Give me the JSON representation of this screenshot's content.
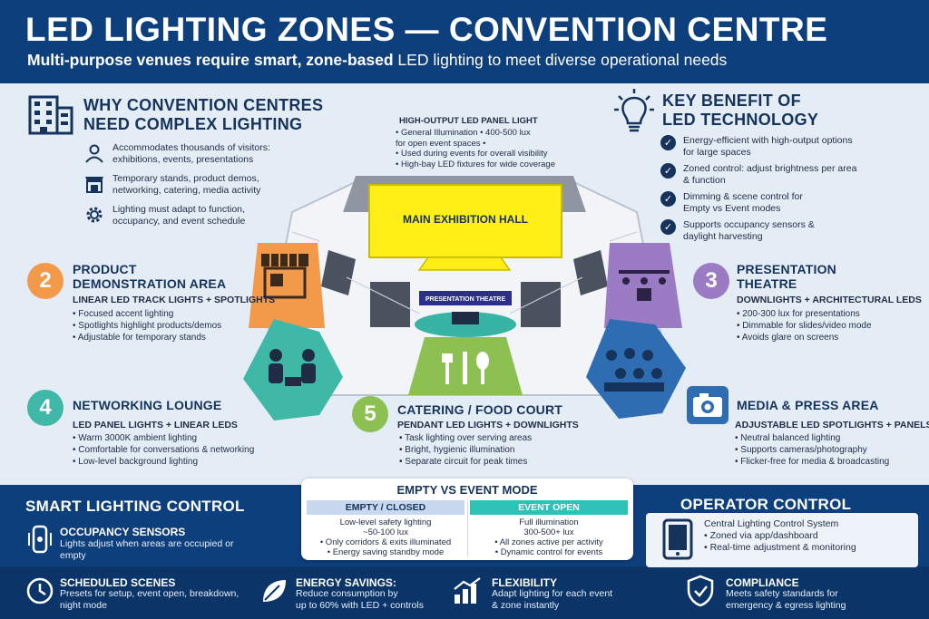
{
  "header": {
    "title": "LED LIGHTING ZONES — CONVENTION CENTRE",
    "subtitle_bold": "Multi-purpose venues require smart, zone-based",
    "subtitle_rest": " LED lighting to meet diverse operational needs"
  },
  "why": {
    "title_line1": "WHY CONVENTION CENTRES",
    "title_line2": "NEED COMPLEX LIGHTING",
    "items": [
      {
        "icon": "person-icon",
        "line1": "Accommodates thousands of visitors:",
        "line2": "exhibitions, events, presentations"
      },
      {
        "icon": "stall-icon",
        "line1": "Temporary stands, product demos,",
        "line2": "networking, catering, media activity"
      },
      {
        "icon": "gear-icon",
        "line1": "Lighting must adapt to function,",
        "line2": "occupancy, and event schedule"
      }
    ]
  },
  "main_hall": {
    "label": "MAIN EXHIBITION HALL",
    "type": "HIGH-OUTPUT LED PANEL LIGHT",
    "lines": [
      "• General Illumination • 400-500 lux",
      "for open event spaces •",
      "• Used during events for overall visibility",
      "• High-bay LED fixtures for wide coverage"
    ]
  },
  "benefit": {
    "title_line1": "KEY BENEFIT OF",
    "title_line2": "LED TECHNOLOGY",
    "items": [
      {
        "line1": "Energy-efficient with high-output options",
        "line2": "for large spaces"
      },
      {
        "line1": "Zoned control: adjust brightness per area",
        "line2": "& function"
      },
      {
        "line1": "Dimming & scene control for",
        "line2": "Empty vs Event modes"
      },
      {
        "line1": "Supports occupancy sensors &",
        "line2": "daylight harvesting"
      }
    ]
  },
  "zones": [
    {
      "num": "2",
      "color": "#f2994a",
      "title_line1": "PRODUCT",
      "title_line2": "DEMONSTRATION AREA",
      "type": "LINEAR LED TRACK LIGHTS + SPOTLIGHTS",
      "lines": [
        "• Focused accent lighting",
        "• Spotlights highlight products/demos",
        "• Adjustable for temporary stands"
      ]
    },
    {
      "num": "3",
      "color": "#9b7bc4",
      "title_line1": "PRESENTATION",
      "title_line2": "THEATRE",
      "type": "DOWNLIGHTS + ARCHITECTURAL LEDS",
      "lines": [
        "• 200-300 lux for presentations",
        "• Dimmable for slides/video mode",
        "• Avoids glare on screens"
      ]
    },
    {
      "num": "4",
      "color": "#3fb8a8",
      "title_line1": "NETWORKING LOUNGE",
      "title_line2": "",
      "type": "LED PANEL LIGHTS + LINEAR LEDS",
      "lines": [
        "• Warm 3000K ambient lighting",
        "• Comfortable for conversations & networking",
        "• Low-level background lighting"
      ]
    },
    {
      "num": "5",
      "color": "#8cc152",
      "title_line1": "CATERING / FOOD COURT",
      "title_line2": "",
      "type": "PENDANT LED LIGHTS + DOWNLIGHTS",
      "lines": [
        "• Task lighting over serving areas",
        "• Bright, hygienic illumination",
        "• Separate circuit for peak times"
      ]
    },
    {
      "num": "",
      "color": "#2f6db3",
      "title_line1": "MEDIA & PRESS AREA",
      "title_line2": "",
      "type": "ADJUSTABLE LED SPOTLIGHTS + PANELS",
      "lines": [
        "• Neutral balanced lighting",
        "• Supports cameras/photography",
        "• Flicker-free for media & broadcasting"
      ]
    }
  ],
  "stage_sign": "PRESENTATION THEATRE",
  "smart": {
    "title": "SMART LIGHTING CONTROL",
    "occupancy_head": "OCCUPANCY SENSORS",
    "occupancy_line1": "Lights adjust when areas are occupied or",
    "occupancy_line2": "empty"
  },
  "modes": {
    "title": "EMPTY VS EVENT MODE",
    "empty": {
      "head": "EMPTY / CLOSED",
      "lines": [
        "Low-level safety lighting",
        "~50-100 lux",
        "• Only corridors & exits illuminated",
        "• Energy saving standby mode"
      ]
    },
    "event": {
      "head": "EVENT OPEN",
      "lines": [
        "Full illumination",
        "300-500+ lux",
        "• All zones active per activity",
        "• Dynamic control for events"
      ]
    }
  },
  "operator": {
    "title": "OPERATOR CONTROL",
    "line1": "Central Lighting Control System",
    "line2": "• Zoned via app/dashboard",
    "line3": "• Real-time adjustment & monitoring"
  },
  "footer": [
    {
      "icon": "clock-icon",
      "head": "SCHEDULED SCENES",
      "line1": "Presets for setup, event open, breakdown,",
      "line2": "night mode"
    },
    {
      "icon": "leaf-icon",
      "head": "ENERGY SAVINGS:",
      "line1": "Reduce consumption by",
      "line2": "up to 60% with LED + controls"
    },
    {
      "icon": "growth-chart-icon",
      "head": "FLEXIBILITY",
      "line1": "Adapt lighting for each event",
      "line2": "& zone instantly"
    },
    {
      "icon": "shield-icon",
      "head": "COMPLIANCE",
      "line1": "Meets safety standards for",
      "line2": "emergency & egress lighting"
    }
  ]
}
